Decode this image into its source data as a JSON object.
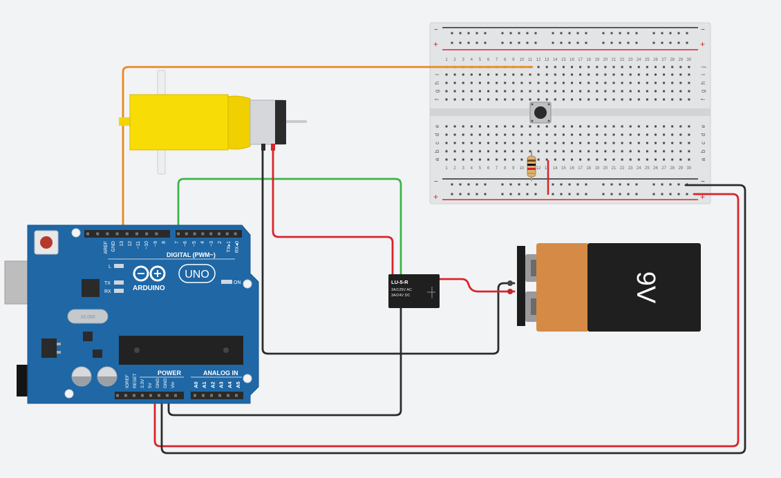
{
  "arduino": {
    "brand": "ARDUINO",
    "model": "UNO",
    "on_label": "ON",
    "digital_header": "DIGITAL (PWM~)",
    "power_header": "POWER",
    "analog_header": "ANALOG IN",
    "led_l": "L",
    "led_tx": "TX",
    "led_rx": "RX",
    "crystal_label": "16.000",
    "digital_pins": [
      "AREF",
      "GND",
      "13",
      "12",
      "~11",
      "~10",
      "~9",
      "8",
      "7",
      "~6",
      "~5",
      "4",
      "~3",
      "2",
      "TX▸1",
      "RX◂0"
    ],
    "power_pins": [
      "IOREF",
      "RESET",
      "3.3V",
      "5V",
      "GND",
      "GND",
      "Vin"
    ],
    "analog_pins": [
      "A0",
      "A1",
      "A2",
      "A3",
      "A4",
      "A5"
    ]
  },
  "relay": {
    "model": "LU-5-R",
    "rating_ac": "3A/125V AC",
    "rating_dc": "3A/24V DC"
  },
  "battery": {
    "label": "9V"
  },
  "breadboard": {
    "row_labels_top": [
      "j",
      "i",
      "h",
      "g",
      "f"
    ],
    "row_labels_bottom": [
      "e",
      "d",
      "c",
      "b",
      "a"
    ],
    "plus": "+",
    "minus": "−",
    "column_count": 30
  },
  "components": {
    "motor": "dc-gear-motor",
    "pushbutton": "pushbutton",
    "resistor": "resistor"
  },
  "wire_colors": {
    "signal_motor": "#e8891c",
    "signal_relay": "#3bb44a",
    "power": "#d8232a",
    "ground": "#2b2b2b"
  }
}
